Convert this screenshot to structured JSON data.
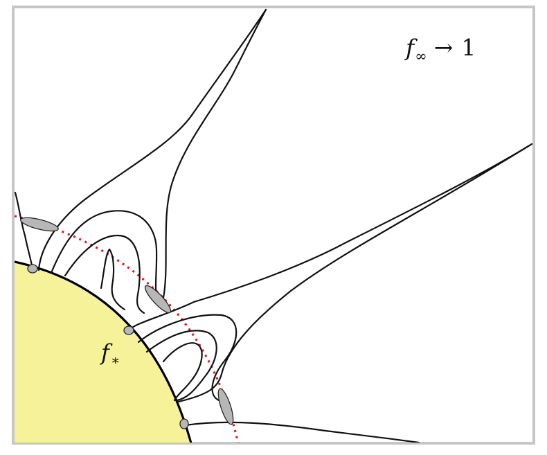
{
  "labels": {
    "far": {
      "f": "f",
      "subscript": "∞",
      "arrow": "→",
      "value": "1"
    },
    "star": {
      "f": "f",
      "subscript": "∗"
    }
  },
  "colors": {
    "star_fill": "#f6f29a",
    "dotted_line": "#e01a22",
    "blob_fill": "#b7b7b7",
    "frame": "#c6c6c6"
  }
}
